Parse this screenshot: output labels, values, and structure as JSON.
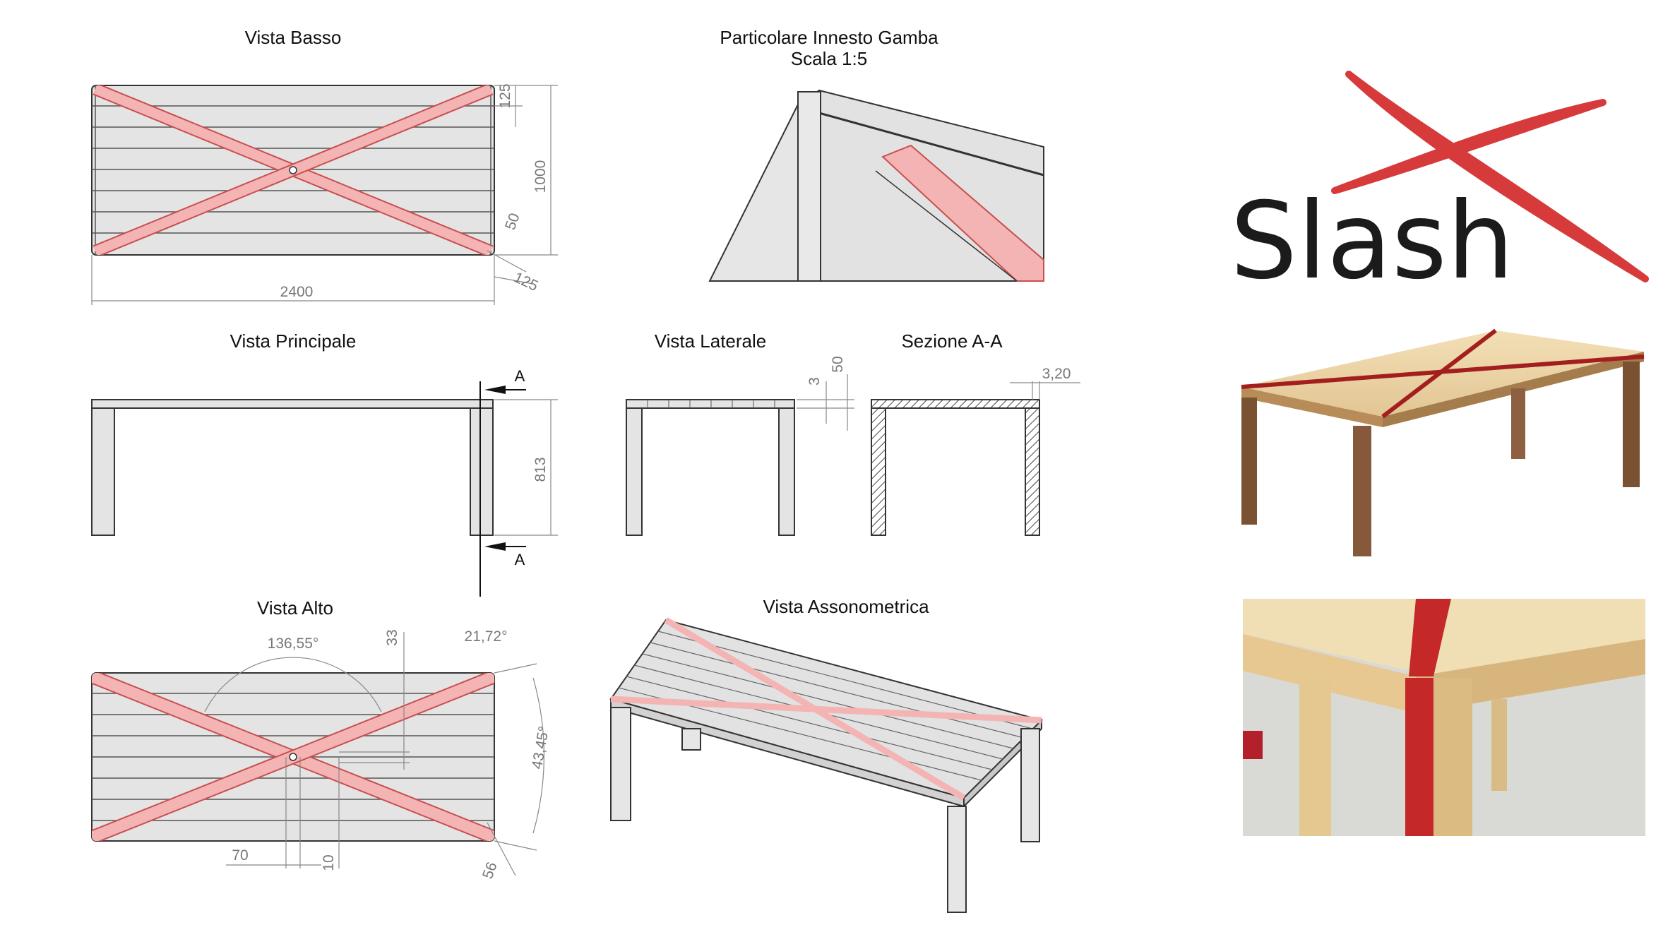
{
  "views": {
    "bottom_title": "Vista Basso",
    "detail_title": "Particolare Innesto Gamba",
    "detail_scale": "Scala 1:5",
    "main_title": "Vista Principale",
    "side_title": "Vista Laterale",
    "section_title": "Sezione A-A",
    "top_title": "Vista Alto",
    "axo_title": "Vista Assonometrica"
  },
  "dimensions": {
    "bottom_width": "2400",
    "bottom_height": "1000",
    "bottom_edge_top": "125",
    "bottom_slat": "50",
    "bottom_edge_diag": "125",
    "main_height": "813",
    "section_mark": "A",
    "side_small": "3",
    "side_top": "50",
    "section_thickness": "3,20",
    "top_angle_big": "136,55°",
    "top_angle_small": "21,72°",
    "top_angle_right": "43,45°",
    "top_offset_33": "33",
    "top_offset_70": "70",
    "top_offset_10": "10",
    "top_offset_56": "56"
  },
  "logo": {
    "word": "Slash"
  },
  "colors": {
    "stripe": "#f4b4b4",
    "stripe_line": "#c94f4f",
    "logo_red": "#d63a3a",
    "panel": "#e4e4e4",
    "line": "#333333"
  }
}
